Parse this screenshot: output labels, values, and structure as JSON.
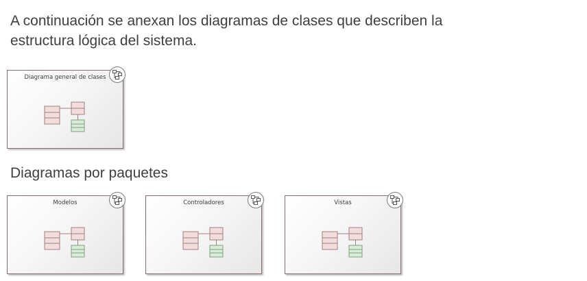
{
  "intro": {
    "text": "A continuación se anexan los diagramas de clases que describen la estructura lógica del sistema."
  },
  "diagrams_general": [
    {
      "title": "Diagrama general de clases",
      "icon": "class-diagram-icon"
    }
  ],
  "packages": {
    "heading": "Diagramas por paquetes",
    "items": [
      {
        "title": "Modelos",
        "icon": "class-diagram-icon"
      },
      {
        "title": "Controladores",
        "icon": "class-diagram-icon"
      },
      {
        "title": "Vistas",
        "icon": "class-diagram-icon"
      }
    ]
  },
  "colors": {
    "text": "#3f3f3f",
    "card_border": "#8a6a6a",
    "class_box": "#f3dcdc",
    "class_box_border": "#a08080",
    "class_box_green": "#d8ecd8",
    "class_box_green_border": "#7fa07f"
  }
}
